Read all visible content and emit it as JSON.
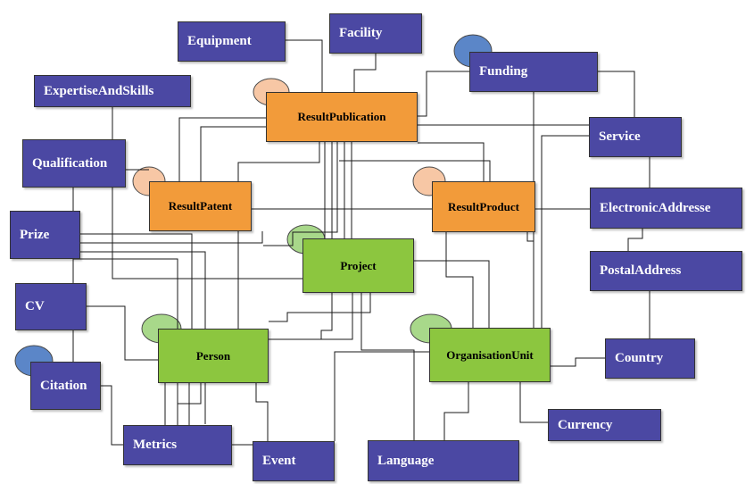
{
  "colors": {
    "base_entity": "#4b48a3",
    "result_entity": "#f29b3a",
    "infrastructure_entity": "#8cc63f",
    "connector": "#1a1a1a",
    "result_marker": "#f7c7a5",
    "infrastructure_marker": "#a8d88a",
    "base_marker": "#5b86c8"
  },
  "entities": {
    "equipment": "Equipment",
    "facility": "Facility",
    "funding": "Funding",
    "expertise_and_skills": "ExpertiseAndSkills",
    "result_publication": "ResultPublication",
    "service": "Service",
    "qualification": "Qualification",
    "result_patent": "ResultPatent",
    "result_product": "ResultProduct",
    "electronic_addresse": "ElectronicAddresse",
    "prize": "Prize",
    "project": "Project",
    "postal_address": "PostalAddress",
    "cv": "CV",
    "person": "Person",
    "organisation_unit": "OrganisationUnit",
    "country": "Country",
    "citation": "Citation",
    "currency": "Currency",
    "metrics": "Metrics",
    "event": "Event",
    "language": "Language"
  }
}
